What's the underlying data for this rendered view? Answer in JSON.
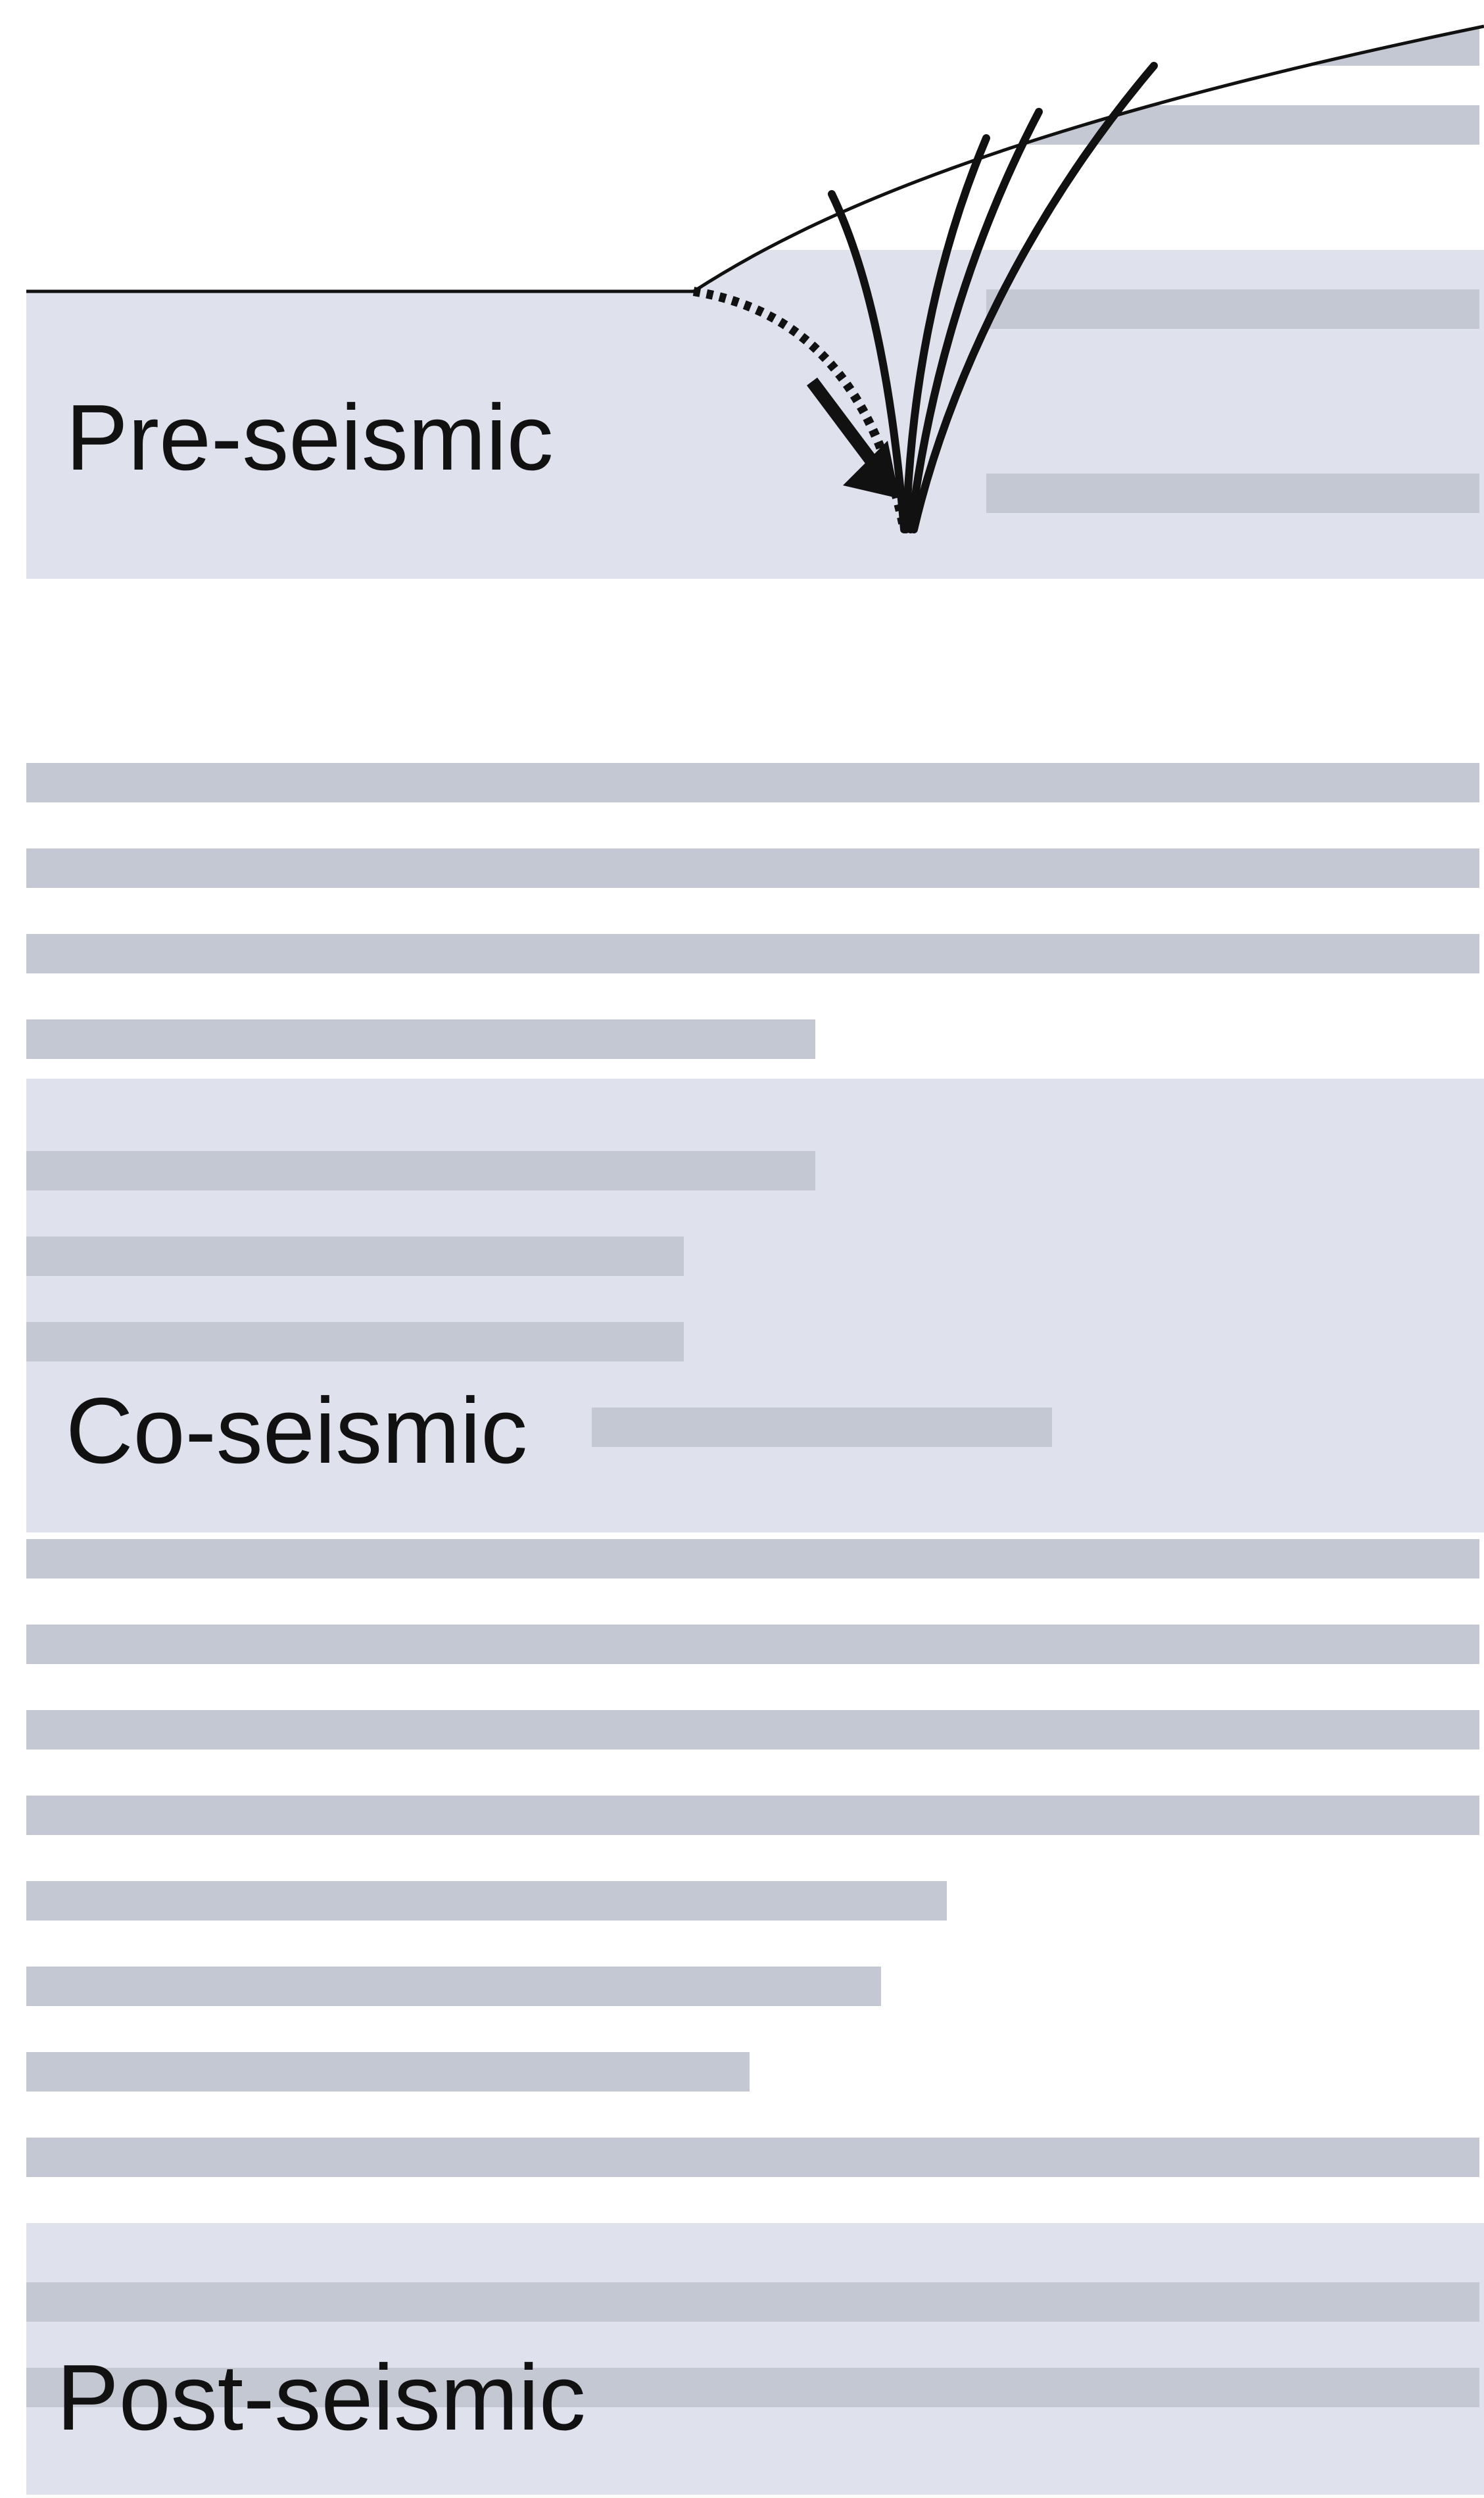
{
  "diagram": {
    "panels": [
      {
        "id": "pre",
        "label": "Pre-seismic"
      },
      {
        "id": "co",
        "label": "Co-seismic"
      },
      {
        "id": "post",
        "label": "Post-seismic"
      }
    ]
  },
  "colors": {
    "ink": "#111111",
    "band": "#dfe2ec",
    "background": "#ffffff",
    "background_text": "#c4c8d3",
    "block_fill": "#f7f7f8",
    "wedge_fill": "#a9acb3"
  }
}
